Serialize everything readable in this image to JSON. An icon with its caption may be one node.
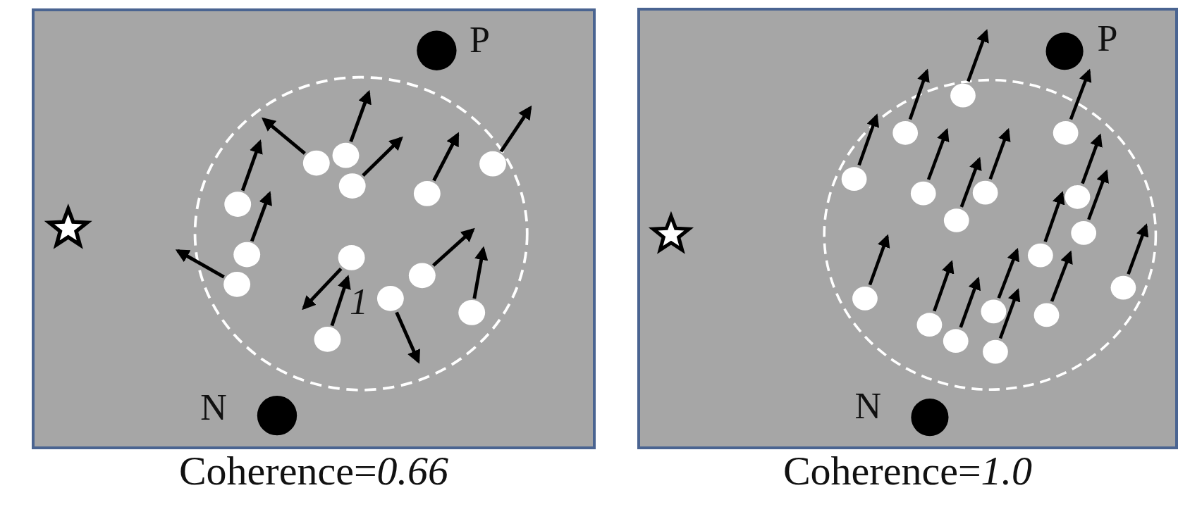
{
  "diagram": {
    "nodes": [
      {
        "text": [
          "Coherence=*0.66*"
        ]
      },
      {
        "text": [
          "Coherence=*1.0*"
        ]
      }
    ],
    "labels": [
      "P",
      "1",
      "N",
      "P",
      "N"
    ]
  }
}
